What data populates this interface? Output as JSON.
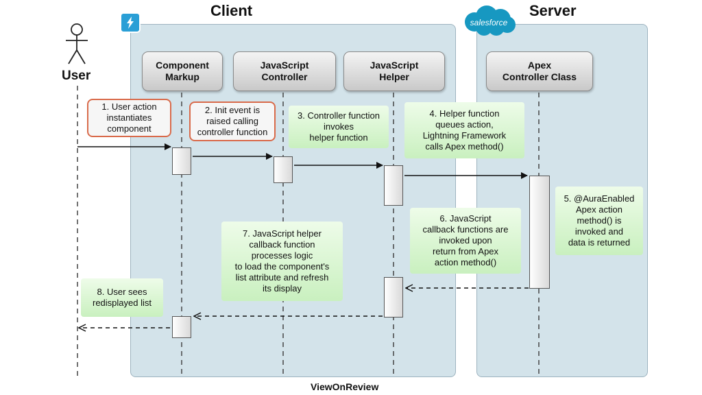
{
  "regions": {
    "client": "Client",
    "server": "Server"
  },
  "actor": {
    "label": "User"
  },
  "salesforce_logo": "salesforce",
  "participants": [
    "Component\nMarkup",
    "JavaScript\nController",
    "JavaScript\nHelper",
    "Apex\nController Class"
  ],
  "notes": [
    "1. User action\ninstantiates\ncomponent",
    "2. Init event is\nraised calling\ncontroller function",
    "3. Controller function\ninvokes\nhelper function",
    "4. Helper function\nqueues action,\nLightning Framework\ncalls Apex method()",
    "5. @AuraEnabled\nApex action\nmethod() is\ninvoked and\ndata is returned",
    "6. JavaScript\ncallback functions are\ninvoked upon\nreturn from Apex\naction method()",
    "7. JavaScript helper\ncallback function\nprocesses logic\nto load the component's\nlist attribute and refresh\nits display",
    "8. User sees\nredisplayed list"
  ],
  "footer": "ViewOnReview",
  "colors": {
    "panel": "#d3e3ea",
    "note_border_red": "#d96a4a",
    "note_green": "#c9f0bf",
    "lightning_icon": "#2a9fd6",
    "salesforce_cloud": "#1798c1"
  },
  "icons": [
    "lightning-icon",
    "salesforce-cloud-icon",
    "stick-figure-icon"
  ]
}
